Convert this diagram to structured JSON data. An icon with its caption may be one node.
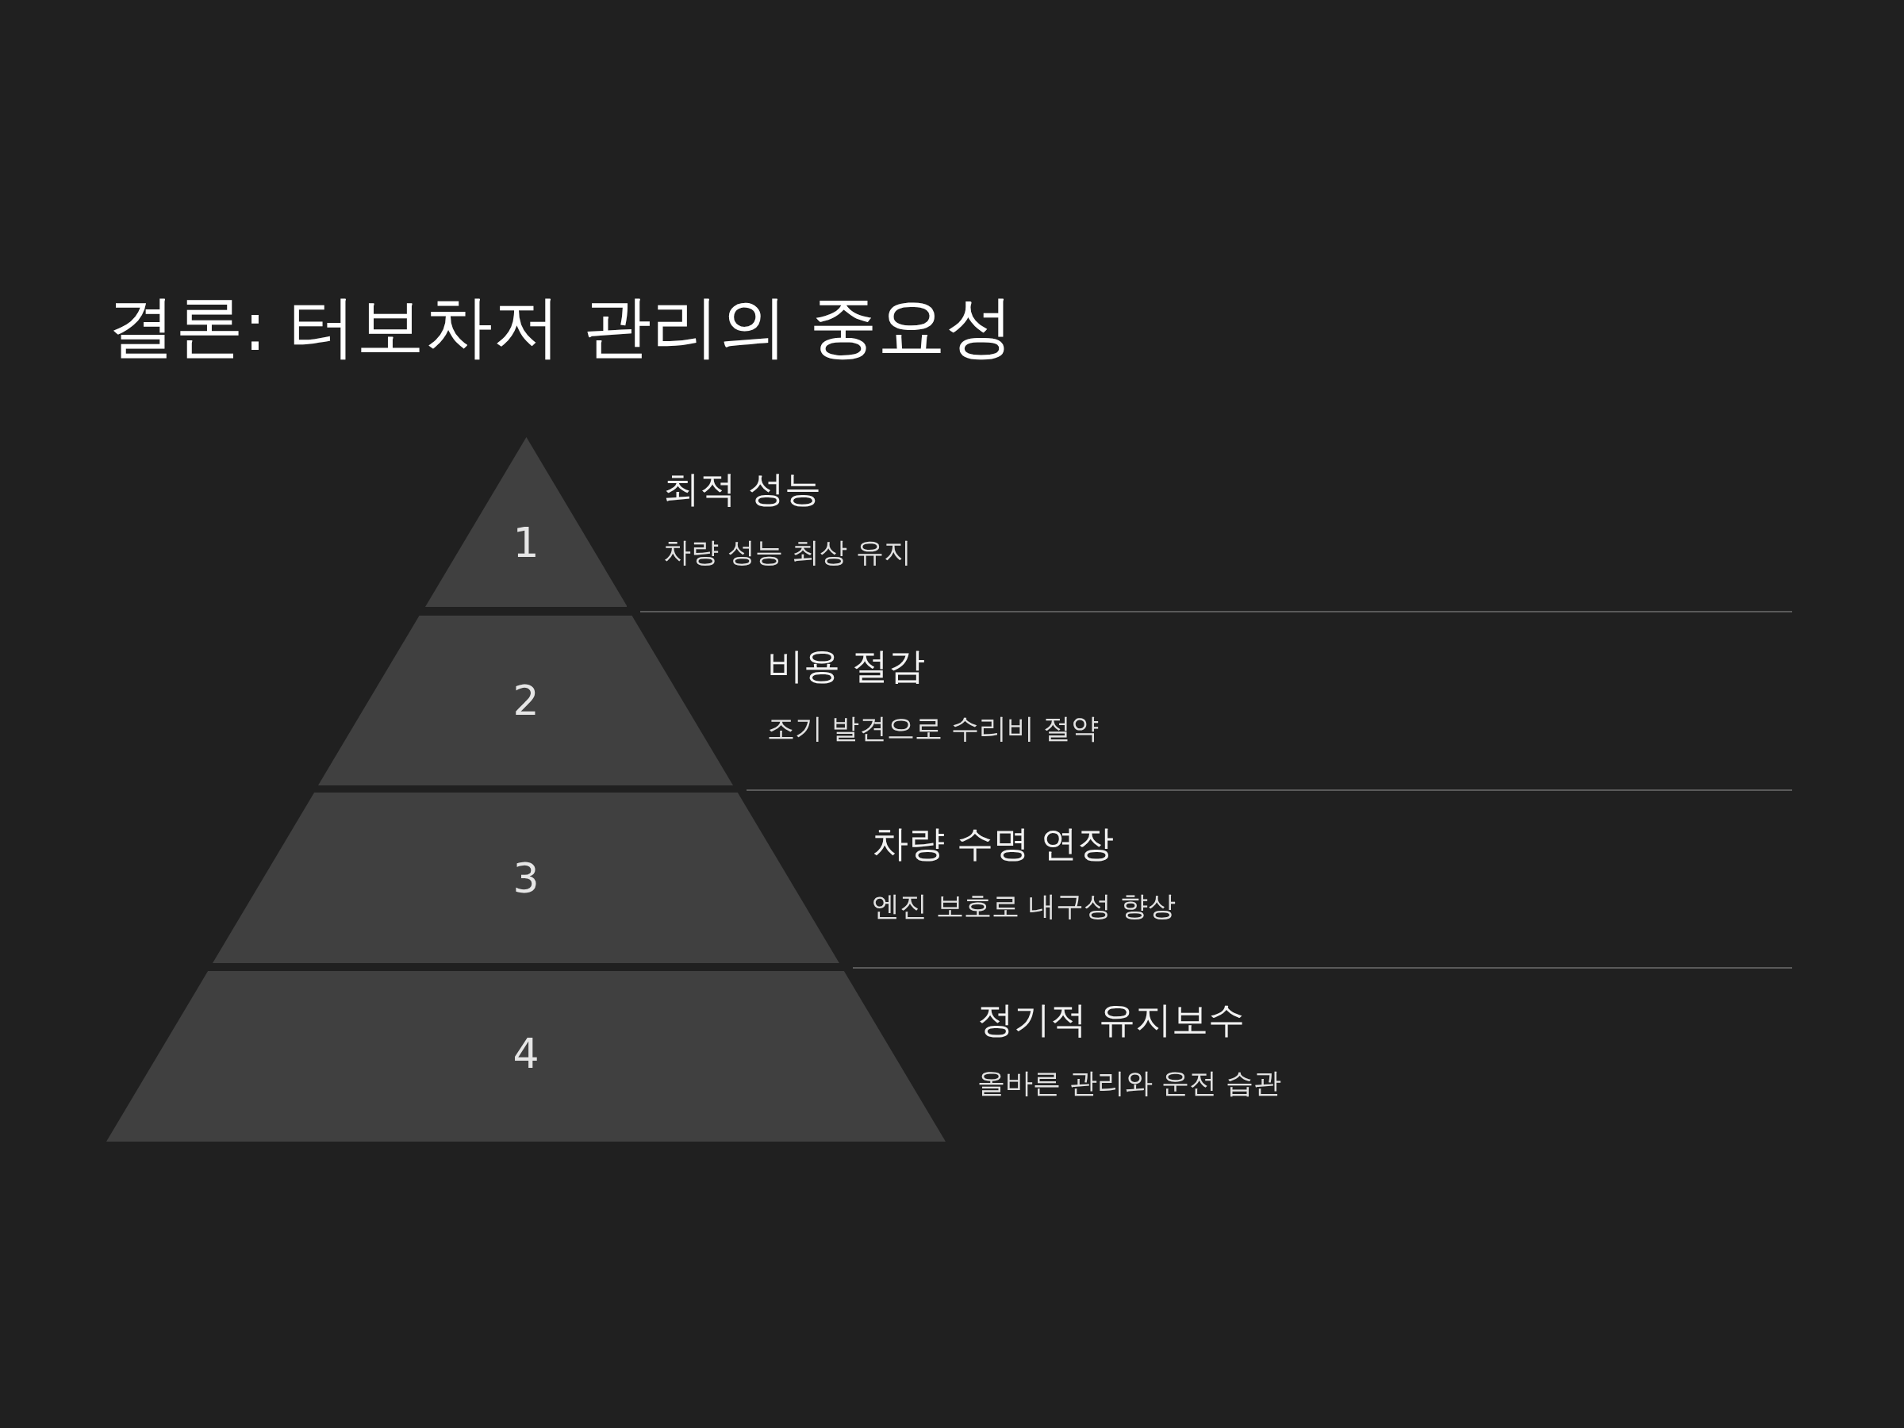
{
  "diagram": {
    "title": "결론: 터보차저 관리의 중요성",
    "nodes": [
      {
        "text": [
          "1"
        ],
        "beside": [
          "최적 성능",
          "차량 성능 최상 유지"
        ]
      },
      {
        "text": [
          "2"
        ],
        "beside": [
          "비용 절감",
          "조기 발견으로 수리비 절약"
        ]
      },
      {
        "text": [
          "3"
        ],
        "beside": [
          "차량 수명 연장",
          "엔진 보호로 내구성 향상"
        ]
      },
      {
        "text": [
          "4"
        ],
        "beside": [
          "정기적 유지보수",
          "올바른 관리와 운전 습관"
        ]
      }
    ]
  }
}
